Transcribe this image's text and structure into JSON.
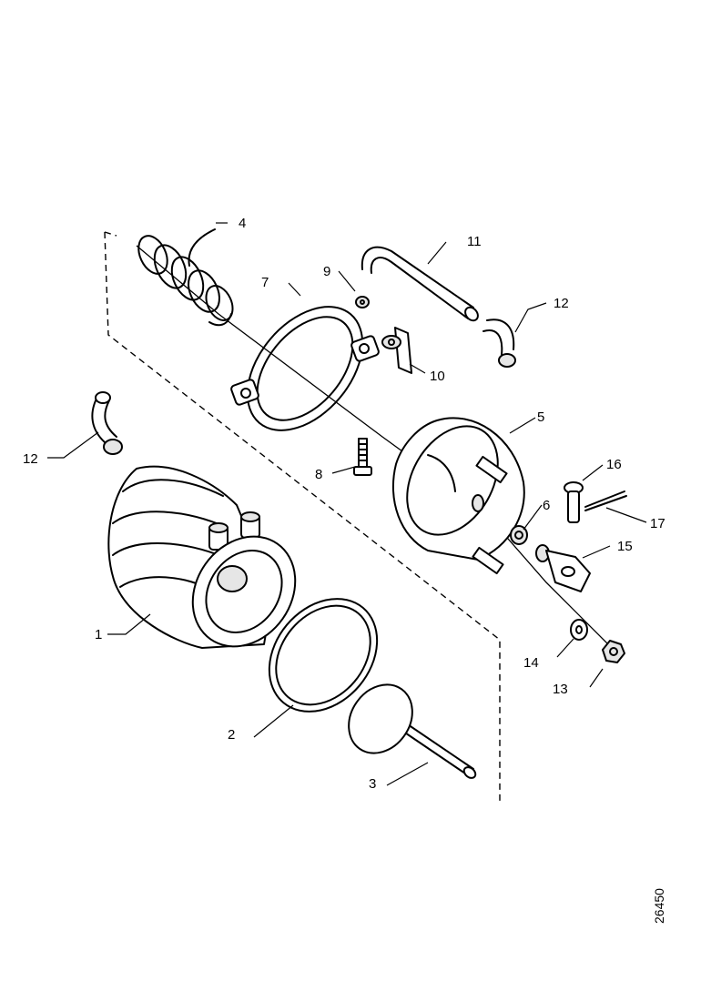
{
  "diagram": {
    "reference_number": "26450",
    "callouts": {
      "p1": "1",
      "p2": "2",
      "p3": "3",
      "p4": "4",
      "p5": "5",
      "p6": "6",
      "p7": "7",
      "p8": "8",
      "p9": "9",
      "p10": "10",
      "p11": "11",
      "p12a": "12",
      "p12b": "12",
      "p13": "13",
      "p14": "14",
      "p15": "15",
      "p16": "16",
      "p17": "17"
    }
  }
}
